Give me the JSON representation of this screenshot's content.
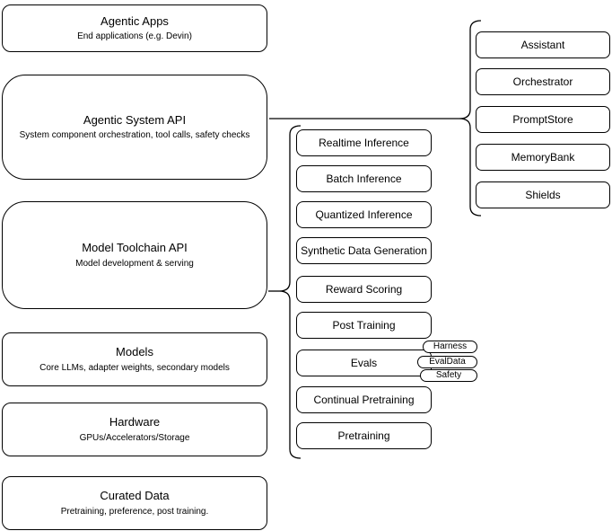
{
  "diagram": {
    "left": [
      {
        "title": "Agentic Apps",
        "subtitle": "End applications (e.g. Devin)"
      },
      {
        "title": "Agentic System API",
        "subtitle": "System component orchestration, tool calls, safety checks"
      },
      {
        "title": "Model Toolchain API",
        "subtitle": "Model development & serving"
      },
      {
        "title": "Models",
        "subtitle": "Core LLMs, adapter weights, secondary models"
      },
      {
        "title": "Hardware",
        "subtitle": "GPUs/Accelerators/Storage"
      },
      {
        "title": "Curated Data",
        "subtitle": "Pretraining, preference, post training."
      }
    ],
    "middle": [
      "Realtime Inference",
      "Batch Inference",
      "Quantized Inference",
      "Synthetic Data Generation",
      "Reward Scoring",
      "Post Training",
      "Evals",
      "Continual Pretraining",
      "Pretraining"
    ],
    "eval_tags": [
      "Harness",
      "EvalData",
      "Safety"
    ],
    "right": [
      "Assistant",
      "Orchestrator",
      "PromptStore",
      "MemoryBank",
      "Shields"
    ],
    "colors": {
      "stroke": "#000000",
      "fill": "#ffffff",
      "text": "#000000"
    }
  }
}
